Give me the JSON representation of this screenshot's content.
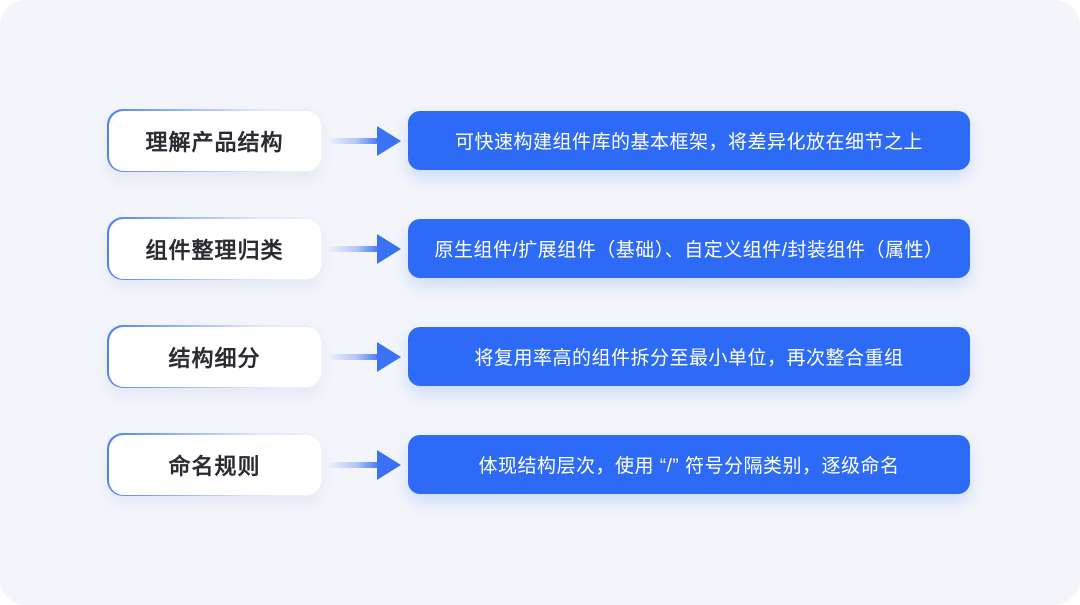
{
  "colors": {
    "card_background": "#F3F5FA",
    "accent_blue": "#2D6BF6",
    "arrow_blue": "#3B71F5",
    "label_text": "#2A2B33",
    "desc_text": "#FFFFFF"
  },
  "rows": [
    {
      "label": "理解产品结构",
      "description": "可快速构建组件库的基本框架，将差异化放在细节之上"
    },
    {
      "label": "组件整理归类",
      "description": "原生组件/扩展组件（基础）、自定义组件/封装组件（属性）"
    },
    {
      "label": "结构细分",
      "description": "将复用率高的组件拆分至最小单位，再次整合重组"
    },
    {
      "label": "命名规则",
      "description": "体现结构层次，使用 “/” 符号分隔类别，逐级命名"
    }
  ]
}
